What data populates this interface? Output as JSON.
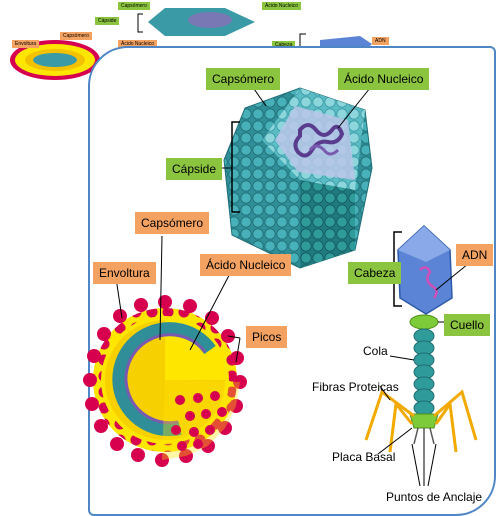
{
  "thumbnail": {
    "capsomero": "Capsómero",
    "acido_nucleico": "Ácido Nucleico",
    "capside": "Cápside",
    "envoltura": "Envoltura",
    "capsomero2": "Capsómero",
    "acido_nucleico2": "Ácido Nucleico",
    "cabeza": "Cabeza",
    "adn": "ADN"
  },
  "labels": {
    "capsomero": "Capsómero",
    "acido_nucleico": "Ácido Nucleico",
    "capside": "Cápside",
    "envoltura": "Envoltura",
    "capsomero2": "Capsómero",
    "acido_nucleico2": "Ácido Nucleico",
    "picos": "Picos",
    "cabeza": "Cabeza",
    "adn": "ADN",
    "cuello": "Cuello",
    "cola": "Cola",
    "fibras": "Fibras Proteicas",
    "placa": "Placa Basal",
    "puntos": "Puntos de Anclaje"
  },
  "colors": {
    "green_label": "#8bc43f",
    "orange_label": "#f4a261",
    "frame": "#4f86c6",
    "capsid_teal": "#3a9aa6",
    "envelope_yellow": "#ffe600",
    "spike_red": "#d6004f",
    "phage_blue": "#5b84d6"
  }
}
